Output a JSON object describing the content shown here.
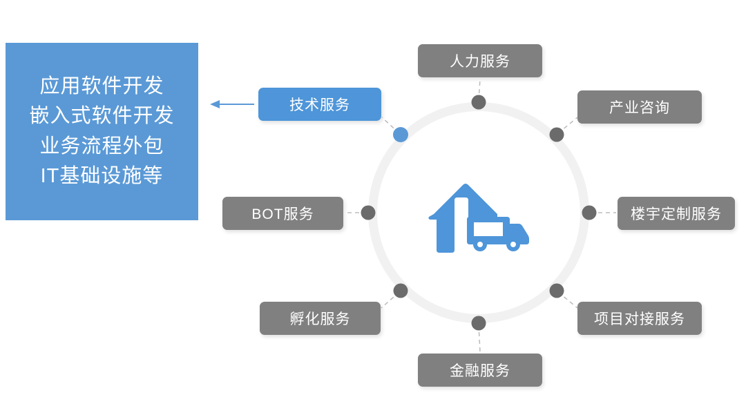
{
  "info_panel": {
    "name": "service-scope-panel",
    "bg_color": "#5a99d6",
    "lines": [
      "应用软件开发",
      "嵌入式软件开发",
      "业务流程外包",
      "IT基础设施等"
    ]
  },
  "arrow": {
    "name": "left-pointing-arrow",
    "color": "#5a99d6",
    "direction": "left"
  },
  "center": {
    "icon_name": "warehouse-truck-icon",
    "icon_color": "#4e95d9",
    "ring_color": "#f1f1f1"
  },
  "colors": {
    "accent_blue": "#5a99d6",
    "node_gray": "#808080",
    "dot_gray": "#6b6b6b",
    "ring_gray": "#f1f1f1",
    "label_text": "#ffffff"
  },
  "nodes": [
    {
      "id": "renli",
      "label": "人力服务",
      "highlighted": false,
      "dot_color": "#6b6b6b",
      "position": "top"
    },
    {
      "id": "chanye",
      "label": "产业咨询",
      "highlighted": false,
      "dot_color": "#6b6b6b",
      "position": "top-right"
    },
    {
      "id": "louyu",
      "label": "楼宇定制服务",
      "highlighted": false,
      "dot_color": "#6b6b6b",
      "position": "right"
    },
    {
      "id": "xiangmu",
      "label": "项目对接服务",
      "highlighted": false,
      "dot_color": "#6b6b6b",
      "position": "bottom-right"
    },
    {
      "id": "jinrong",
      "label": "金融服务",
      "highlighted": false,
      "dot_color": "#6b6b6b",
      "position": "bottom"
    },
    {
      "id": "fuhua",
      "label": "孵化服务",
      "highlighted": false,
      "dot_color": "#6b6b6b",
      "position": "bottom-left"
    },
    {
      "id": "bot",
      "label": "BOT服务",
      "highlighted": false,
      "dot_color": "#6b6b6b",
      "position": "left"
    },
    {
      "id": "jishu",
      "label": "技术服务",
      "highlighted": true,
      "dot_color": "#5a99d6",
      "position": "top-left"
    }
  ]
}
